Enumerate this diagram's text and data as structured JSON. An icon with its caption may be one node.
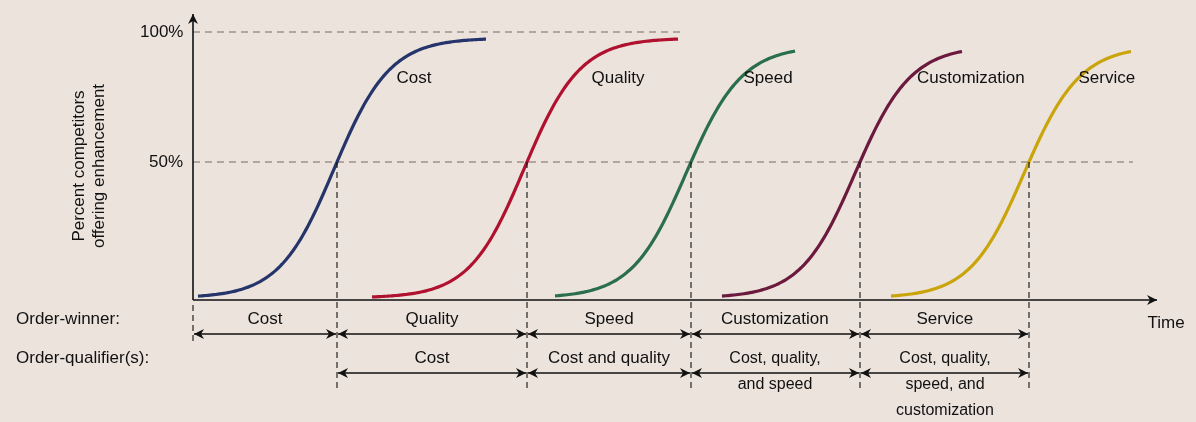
{
  "diagram": {
    "labels": [
      "100%",
      "Percent competitors offering enhancement",
      "Cost",
      "Quality",
      "Speed",
      "Customization",
      "Service",
      "50%",
      "Order-winner:",
      "Cost",
      "Quality",
      "Speed",
      "Customization",
      "Service",
      "Time",
      "Order-qualifier(s):",
      "Cost",
      "Cost and quality",
      "Cost, quality, and speed",
      "Cost, quality, speed, and customization"
    ]
  }
}
